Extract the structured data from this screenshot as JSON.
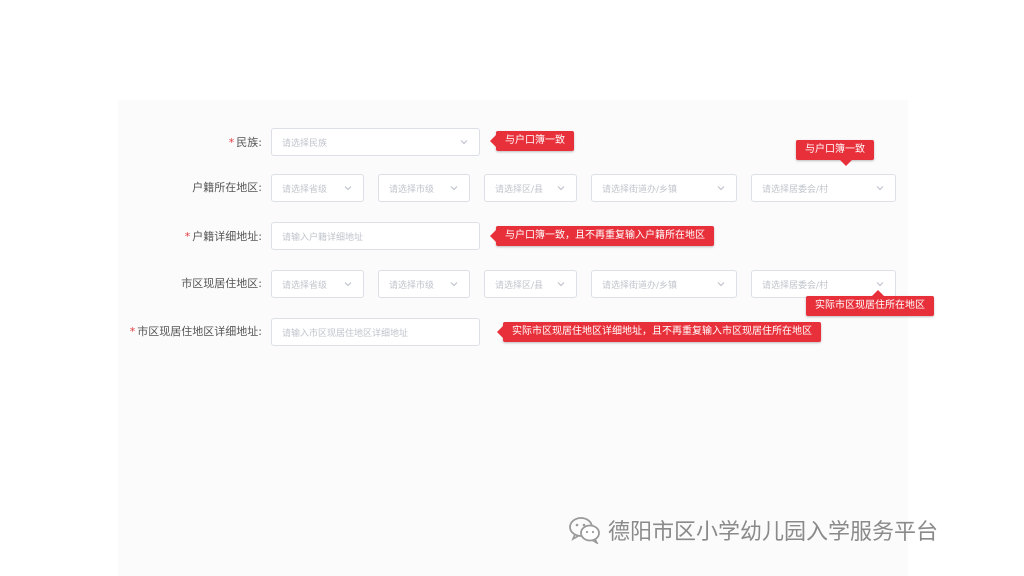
{
  "form": {
    "ethnicity": {
      "required_mark": "*",
      "label": "民族:",
      "placeholder": "请选择民族"
    },
    "household_region": {
      "label": "户籍所在地区:",
      "selects": [
        "请选择省级",
        "请选择市级",
        "请选择区/县",
        "请选择街道办/乡镇",
        "请选择居委会/村"
      ]
    },
    "household_address": {
      "required_mark": "*",
      "label": "户籍详细地址:",
      "placeholder": "请输入户籍详细地址"
    },
    "current_region": {
      "label": "市区现居住地区:",
      "selects": [
        "请选择省级",
        "请选择市级",
        "请选择区/县",
        "请选择街道办/乡镇",
        "请选择居委会/村"
      ]
    },
    "current_address": {
      "required_mark": "*",
      "label": "市区现居住地区详细地址:",
      "placeholder": "请输入市区现居住地区详细地址"
    }
  },
  "tips": {
    "ethnicity": "与户口簿一致",
    "household_region": "与户口簿一致",
    "household_address": "与户口簿一致，且不再重复输入户籍所在地区",
    "current_region": "实际市区现居住所在地区",
    "current_address": "实际市区现居住地区详细地址，且不再重复输入市区现居住所在地区"
  },
  "watermark": {
    "text": "德阳市区小学幼儿园入学服务平台",
    "icon": "wechat-icon"
  },
  "colors": {
    "tip_background": "#e8303b",
    "required": "#e0393e",
    "border": "#dcdfe6",
    "placeholder": "#c0c4cc"
  }
}
